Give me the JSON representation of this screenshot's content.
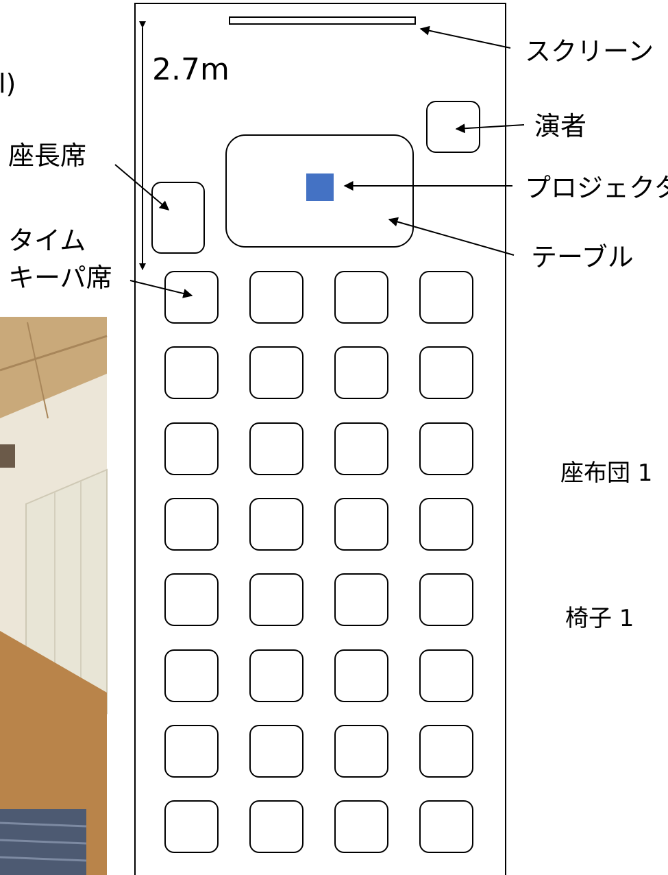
{
  "labels": {
    "cut_top": "l)",
    "dimension": "2.7m",
    "screen": "スクリーン",
    "presenter": "演者",
    "chair_seat": "座長席",
    "projector": "プロジェクタ",
    "table": "テーブル",
    "timekeeper_line1": "タイム",
    "timekeeper_line2": "キーパ席",
    "cushion": "座布団 1",
    "chair": "椅子 1"
  },
  "seat_grid": {
    "rows": 8,
    "columns": 4
  },
  "colors": {
    "projector": "#4472C4",
    "ceiling": "#c9a97a",
    "wall": "#ece6d8",
    "curtain": "#e8e5d6",
    "floor": "#b9844a",
    "cushion": "#4d5a72"
  }
}
